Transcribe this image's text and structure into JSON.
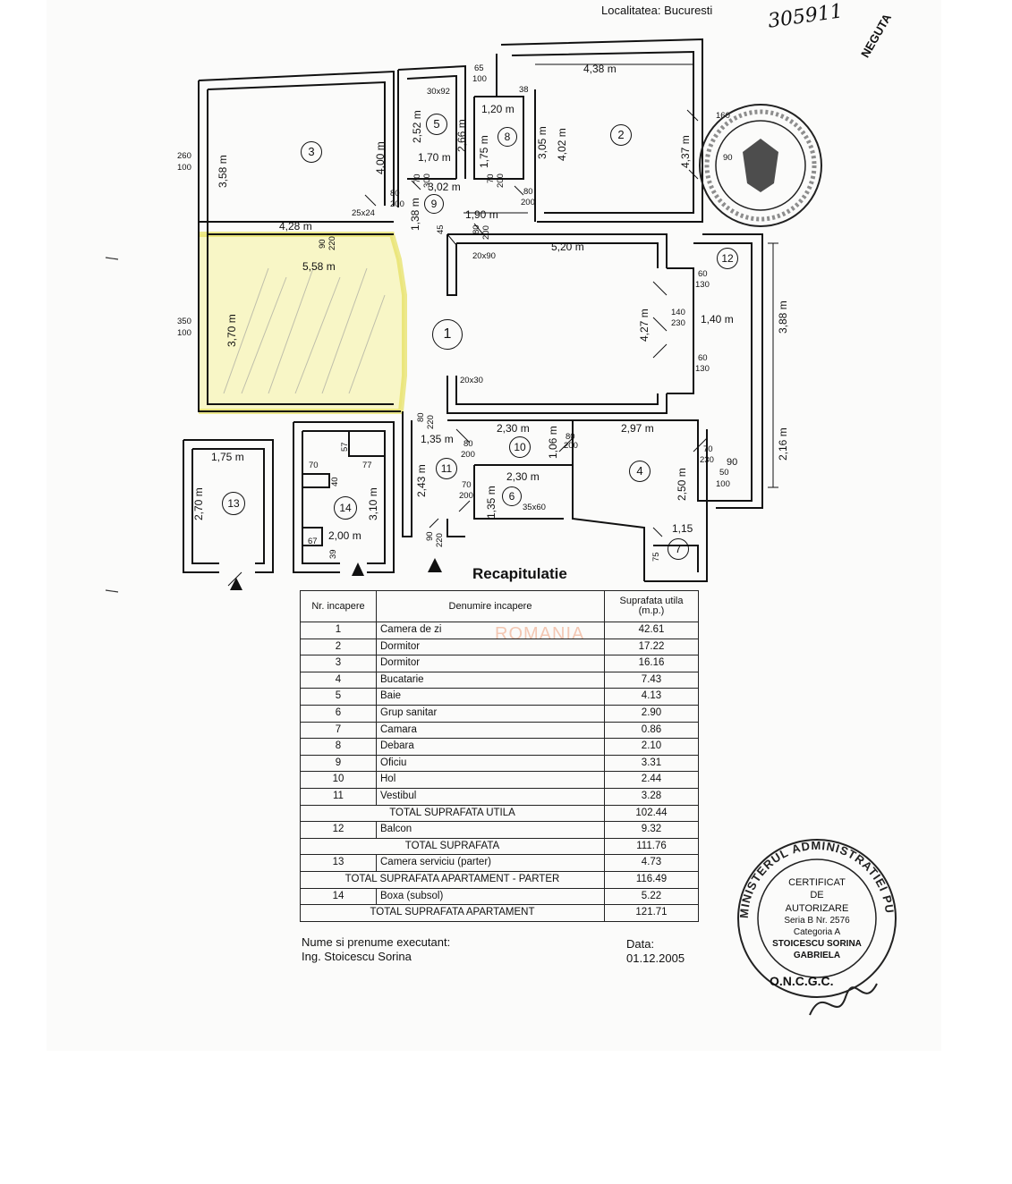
{
  "header": {
    "locality": "Localitatea: Bucuresti",
    "handwritten_ref": "305911",
    "stamp_name": "NEGUTA"
  },
  "plan": {
    "rooms": [
      {
        "no": "1"
      },
      {
        "no": "2"
      },
      {
        "no": "3"
      },
      {
        "no": "4"
      },
      {
        "no": "5"
      },
      {
        "no": "6"
      },
      {
        "no": "7"
      },
      {
        "no": "8"
      },
      {
        "no": "9"
      },
      {
        "no": "10"
      },
      {
        "no": "11"
      },
      {
        "no": "12"
      },
      {
        "no": "13"
      },
      {
        "no": "14"
      }
    ],
    "dims": {
      "d438": "4,38 m",
      "d120": "1,20 m",
      "d252": "2,52 m",
      "d266": "2,66 m",
      "d175a": "1,75 m",
      "d305": "3,05 m",
      "d402": "4,02 m",
      "d437": "4,37 m",
      "d358": "3,58 m",
      "d400": "4,00 m",
      "d170": "1,70 m",
      "d302": "3,02 m",
      "d138": "1,38 m",
      "d190": "1,90 m",
      "d428": "4,28 m",
      "d520": "5,20 m",
      "d558": "5,58 m",
      "d370": "3,70 m",
      "d427": "4,27 m",
      "d140": "1,40 m",
      "d388": "3,88 m",
      "d216": "2,16 m",
      "d230a": "2,30 m",
      "d297": "2,97 m",
      "d135a": "1,35 m",
      "d106": "1,06 m",
      "d243": "2,43 m",
      "d230b": "2,30 m",
      "d135b": "1,35 m",
      "d250": "2,50 m",
      "d115": "1,15",
      "d175b": "1,75 m",
      "d270": "2,70 m",
      "d310": "3,10 m",
      "d200": "2,00 m"
    },
    "small": {
      "s65": "65",
      "s100a": "100",
      "s30x92": "30x92",
      "s38": "38",
      "s260": "260",
      "s100b": "100",
      "s70a": "70",
      "s300": "300",
      "s80a": "80",
      "s200a": "200",
      "s70b": "70",
      "s200b": "200",
      "s80b": "80",
      "s200c": "200",
      "s25x24": "25x24",
      "s90a": "90",
      "s220a": "220",
      "s45": "45",
      "s80c": "80",
      "s200d": "200",
      "s20x90a": "20x90",
      "s350": "350",
      "s100c": "100",
      "s60a": "60",
      "s130a": "130",
      "s140": "140",
      "s230a": "230",
      "s60b": "60",
      "s130b": "130",
      "s20x30": "20x30",
      "s80d": "80",
      "s220b": "220",
      "s80e": "80",
      "s200e": "200",
      "s80f": "80",
      "s200f": "200",
      "s70c": "70",
      "s230b": "230",
      "s90b": "90",
      "s50": "50",
      "s100d": "100",
      "s70d": "70",
      "s200g": "200",
      "s35x60": "35x60",
      "s90c": "90",
      "s220c": "220",
      "s75": "75",
      "s70e": "70",
      "s77": "77",
      "s57": "57",
      "s40": "40",
      "s67": "67",
      "s39": "39",
      "s160": "160",
      "s90d": "90"
    }
  },
  "recap": {
    "title": "Recapitulatie",
    "col_nr": "Nr. incapere",
    "col_name": "Denumire incapere",
    "col_area": "Suprafata utila (m.p.)",
    "rows": [
      {
        "nr": "1",
        "name": "Camera de zi",
        "area": "42.61"
      },
      {
        "nr": "2",
        "name": "Dormitor",
        "area": "17.22"
      },
      {
        "nr": "3",
        "name": "Dormitor",
        "area": "16.16"
      },
      {
        "nr": "4",
        "name": "Bucatarie",
        "area": "7.43"
      },
      {
        "nr": "5",
        "name": "Baie",
        "area": "4.13"
      },
      {
        "nr": "6",
        "name": "Grup sanitar",
        "area": "2.90"
      },
      {
        "nr": "7",
        "name": "Camara",
        "area": "0.86"
      },
      {
        "nr": "8",
        "name": "Debara",
        "area": "2.10"
      },
      {
        "nr": "9",
        "name": "Oficiu",
        "area": "3.31"
      },
      {
        "nr": "10",
        "name": "Hol",
        "area": "2.44"
      },
      {
        "nr": "11",
        "name": "Vestibul",
        "area": "3.28"
      },
      {
        "total": "TOTAL SUPRAFATA UTILA",
        "area": "102.44"
      },
      {
        "nr": "12",
        "name": "Balcon",
        "area": "9.32"
      },
      {
        "total": "TOTAL SUPRAFATA",
        "area": "111.76"
      },
      {
        "nr": "13",
        "name": "Camera serviciu (parter)",
        "area": "4.73"
      },
      {
        "total": "TOTAL SUPRAFATA APARTAMENT - PARTER",
        "area": "116.49"
      },
      {
        "nr": "14",
        "name": "Boxa (subsol)",
        "area": "5.22"
      },
      {
        "total": "TOTAL SUPRAFATA APARTAMENT",
        "area": "121.71"
      }
    ]
  },
  "footer": {
    "executant_label": "Nume si prenume executant:",
    "executant_name": "Ing. Stoicescu Sorina",
    "date_label": "Data:",
    "date_value": "01.12.2005"
  },
  "watermark": {
    "text": "ROMANIA"
  },
  "seal": {
    "ring_text": "MINISTERUL ADMINISTRATIEI PUBLICE",
    "bottom_text": "O.N.C.G.C.",
    "line1": "CERTIFICAT",
    "line2": "DE",
    "line3": "AUTORIZARE",
    "line4": "Seria B  Nr. 2576",
    "line5": "Categoria  A",
    "line6": "STOICESCU SORINA",
    "line7": "GABRIELA"
  },
  "colors": {
    "highlight": "#f2ef8a",
    "ink": "#111111",
    "watermark": "#f3c7b3"
  }
}
